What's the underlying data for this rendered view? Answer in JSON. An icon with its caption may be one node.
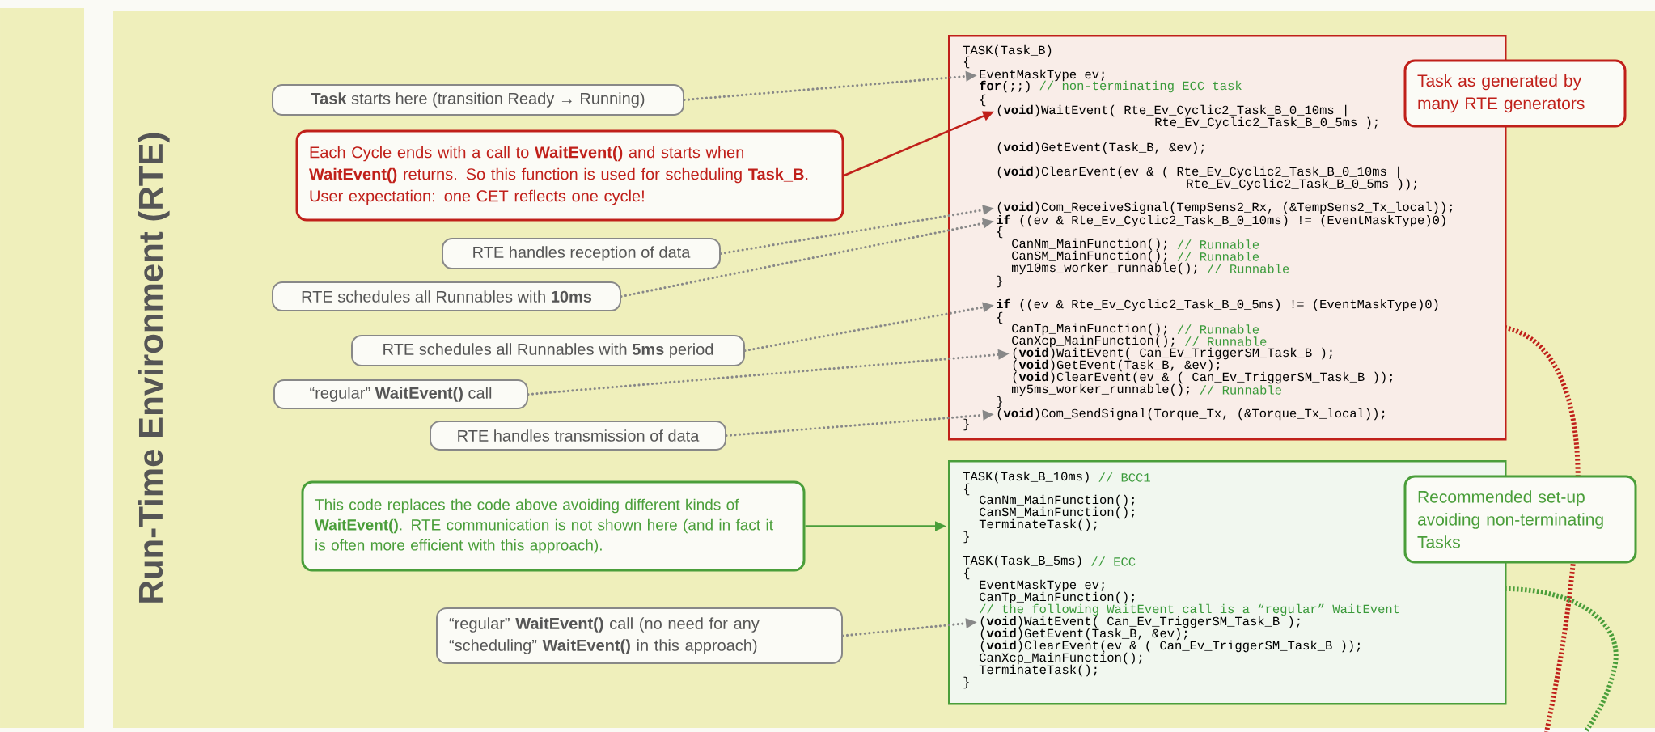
{
  "diagram": {
    "title": "Run-Time Environment (RTE)",
    "nodes": [
      {
        "text": [
          "TASK(Task_B)",
          "{",
          "**for**(;;)",
          "// non-terminating ECC task",
          "{",
          "Rte_Ev_Cyclic2_Task_B_0_5ms );",
          "(**void**)GetEvent(Task_B, &ev);",
          "(**void**)ClearEvent(ev & ( Rte_Ev_Cyclic2_Task_B_0_10ms |",
          "Rte_Ev_Cyclic2_Task_B_0_5ms ));",
          "{",
          "CanNm_MainFunction();",
          "// Runnable",
          "CanSM_MainFunction();",
          "// Runnable",
          "my10ms_worker_runnable();",
          "// Runnable",
          "}",
          "{",
          "CanTp_MainFunction();",
          "// Runnable",
          "CanXcp_MainFunction();",
          "// Runnable",
          "(**void**)GetEvent(Task_B, &ev);",
          "(**void**)ClearEvent(ev & ( Can_Ev_TriggerSM_Task_B ));",
          "my5ms_worker_runnable();",
          "// Runnable",
          "}",
          "}"
        ]
      },
      {
        "text": [
          "EventMaskType ev;"
        ],
        "in": 0
      },
      {
        "text": [
          "(**void**)WaitEvent( Rte_Ev_Cyclic2_Task_B_0_10ms |"
        ],
        "in": 0
      },
      {
        "text": [
          "(**void**)Com_ReceiveSignal(TempSens2_Rx, (&TempSens2_Tx_local));"
        ],
        "in": 0
      },
      {
        "text": [
          "**if** ((ev & Rte_Ev_Cyclic2_Task_B_0_10ms) != (EventMaskType)0)"
        ],
        "in": 0
      },
      {
        "text": [
          "**if** ((ev & Rte_Ev_Cyclic2_Task_B_0_5ms) != (EventMaskType)0)"
        ],
        "in": 0
      },
      {
        "text": [
          "(**void**)WaitEvent( Can_Ev_TriggerSM_Task_B );"
        ],
        "in": 0
      },
      {
        "text": [
          "(**void**)Com_SendSignal(Torque_Tx, (&Torque_Tx_local));"
        ],
        "in": 0
      },
      {
        "text": [
          "TASK(Task_B_10ms)",
          "// BCC1",
          "{",
          "CanNm_MainFunction();",
          "CanSM_MainFunction();",
          "TerminateTask();",
          "}",
          "TASK(Task_B_5ms)",
          "// ECC",
          "{",
          "EventMaskType ev;",
          "CanTp_MainFunction();",
          "// the following WaitEvent call is a “regular” WaitEvent",
          "(**void**)GetEvent(Task_B, &ev);",
          "(**void**)ClearEvent(ev & ( Can_Ev_TriggerSM_Task_B ));",
          "CanXcp_MainFunction();",
          "TerminateTask();",
          "}"
        ]
      },
      {
        "text": [
          "(**void**)WaitEvent( Can_Ev_TriggerSM_Task_B );"
        ],
        "in": 8
      },
      {
        "text": [
          "**Task** starts here (transition Ready → Running)"
        ]
      },
      {
        "text": [
          "Each Cycle ends with a call to **WaitEvent()** and starts when **WaitEvent()** returns. So this function is used for scheduling **Task_B**. User expectation: one CET reflects one cycle!"
        ]
      },
      {
        "text": [
          "RTE handles reception of data"
        ]
      },
      {
        "text": [
          "RTE schedules all Runnables with **10ms**"
        ]
      },
      {
        "text": [
          "RTE schedules all Runnables with **5ms** period"
        ]
      },
      {
        "text": [
          "“regular” **WaitEvent()** call"
        ]
      },
      {
        "text": [
          "RTE handles transmission of data"
        ]
      },
      {
        "text": [
          "This code replaces the code above avoiding different kinds of **WaitEvent()**. RTE communication is not shown here (and in fact it is often more efficient with this approach)."
        ]
      },
      {
        "text": [
          "“regular” **WaitEvent()** call (no need for any “scheduling” **WaitEvent()** in this approach)"
        ]
      },
      {
        "text": [
          "Task as generated by many RTE generators"
        ]
      },
      {
        "text": [
          "Recommended set-up avoiding non-terminating Tasks"
        ]
      }
    ],
    "edges": [
      {
        "from": 10,
        "to": 1,
        "arrow": "to",
        "style": "dashed"
      },
      {
        "from": 11,
        "to": 2,
        "arrow": "to",
        "color": "#c0201a"
      },
      {
        "from": 12,
        "to": 3,
        "arrow": "to",
        "style": "dashed"
      },
      {
        "from": 13,
        "to": 4,
        "arrow": "to",
        "style": "dashed"
      },
      {
        "from": 14,
        "to": 5,
        "arrow": "to",
        "style": "dashed"
      },
      {
        "from": 15,
        "to": 6,
        "arrow": "to",
        "style": "dashed"
      },
      {
        "from": 16,
        "to": 7,
        "arrow": "to",
        "style": "dashed"
      },
      {
        "from": 17,
        "to": 8,
        "arrow": "to",
        "color": "#4a9e3a"
      },
      {
        "from": 18,
        "to": 9,
        "arrow": "to",
        "style": "dashed"
      }
    ]
  }
}
